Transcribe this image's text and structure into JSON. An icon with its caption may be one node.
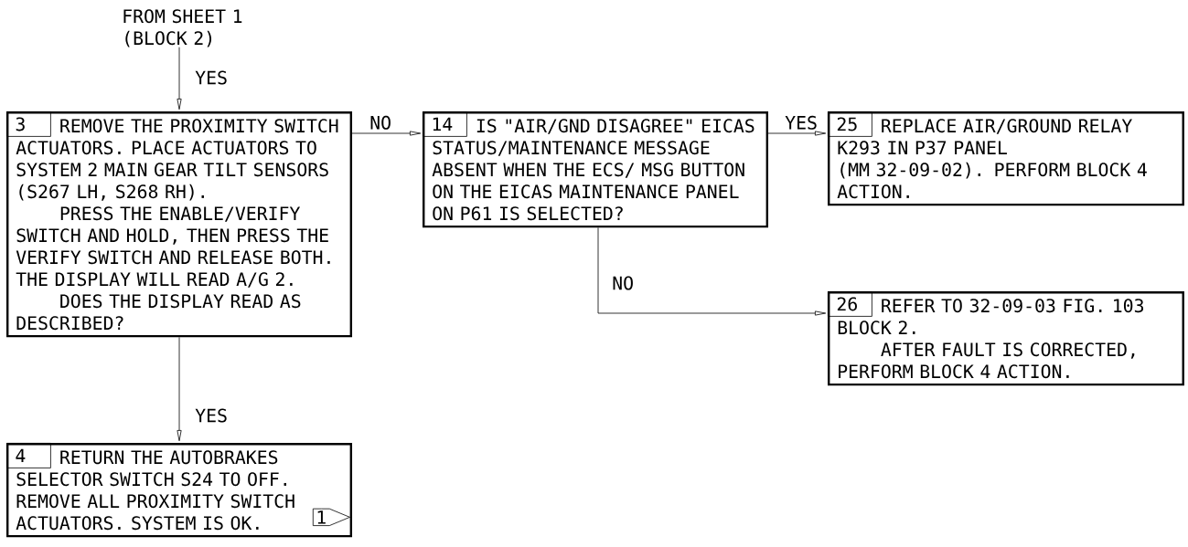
{
  "diagram": {
    "nodes": [
      {
        "text": [
          "FROM SHEET 1 (BLOCK 2)"
        ]
      },
      {
        "text": [
          "3",
          "REMOVE THE PROXIMITY SWITCH ACTUATORS. PLACE ACTUATORS TO SYSTEM 2 MAIN GEAR TILT SENSORS (S267 LH, S268 RH).",
          "PRESS THE ENABLE/VERIFY SWITCH AND HOLD, THEN PRESS THE VERIFY SWITCH AND RELEASE BOTH. THE DISPLAY WILL READ A/G 2.",
          "DOES THE DISPLAY READ AS DESCRIBED?"
        ]
      },
      {
        "text": [
          "14",
          "IS \"AIR/GND DISAGREE\" EICAS STATUS/MAINTENANCE MESSAGE ABSENT WHEN THE ECS/ MSG BUTTON ON THE EICAS MAINTENANCE PANEL ON P61 IS SELECTED?"
        ]
      },
      {
        "text": [
          "25",
          "REPLACE AIR/GROUND RELAY K293 IN P37 PANEL",
          "(MM 32-09-02). PERFORM BLOCK 4 ACTION."
        ]
      },
      {
        "text": [
          "26",
          "REFER TO 32-09-03 FIG. 103 BLOCK 2.",
          "AFTER FAULT IS CORRECTED, PERFORM BLOCK 4 ACTION."
        ]
      },
      {
        "text": [
          "4",
          "RETURN THE AUTOBRAKES SELECTOR SWITCH S24 TO OFF. REMOVE ALL PROXIMITY SWITCH ACTUATORS. SYSTEM IS OK."
        ]
      },
      {
        "text": [
          "1"
        ],
        "in": 5
      }
    ],
    "edges": [
      {
        "from": 0,
        "to": 1,
        "arrow": "to",
        "label": "YES"
      },
      {
        "from": 1,
        "to": 2,
        "arrow": "to",
        "label": "NO"
      },
      {
        "from": 2,
        "to": 3,
        "arrow": "to",
        "label": "YES"
      },
      {
        "from": 2,
        "to": 4,
        "arrow": "to",
        "label": "NO"
      },
      {
        "from": 1,
        "to": 5,
        "arrow": "to",
        "label": "YES"
      }
    ]
  }
}
